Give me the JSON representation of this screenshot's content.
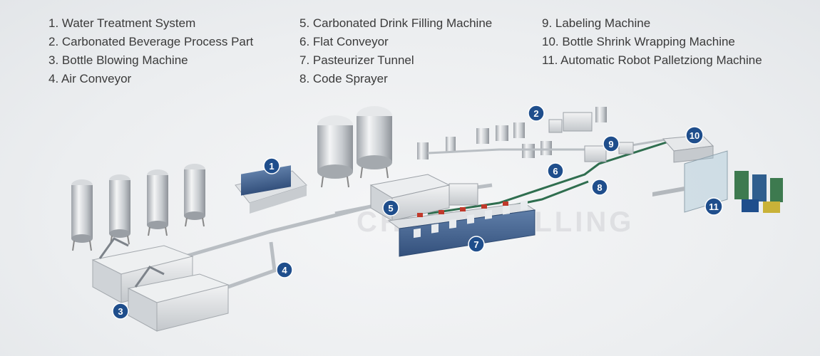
{
  "legend": {
    "col1": [
      "1. Water Treatment System",
      "2. Carbonated Beverage Process Part",
      "3. Bottle Blowing Machine",
      "4. Air Conveyor"
    ],
    "col2": [
      "5. Carbonated Drink Filling Machine",
      "6. Flat Conveyor",
      "7. Pasteurizer Tunnel",
      "8. Code Sprayer"
    ],
    "col3": [
      "9. Labeling Machine",
      "10. Bottle Shrink Wrapping Machine",
      "11. Automatic Robot Palletziong Machine"
    ]
  },
  "badges": [
    "1",
    "2",
    "3",
    "4",
    "5",
    "6",
    "7",
    "8",
    "9",
    "10",
    "11"
  ],
  "watermark": "CHENYE FILLING",
  "colors": {
    "badge": "#1f4e8c",
    "steel": "#c9ccd0",
    "conveyor": "#b7bcc2",
    "green_track": "#2f6e4f",
    "red_cap": "#c0392b"
  }
}
